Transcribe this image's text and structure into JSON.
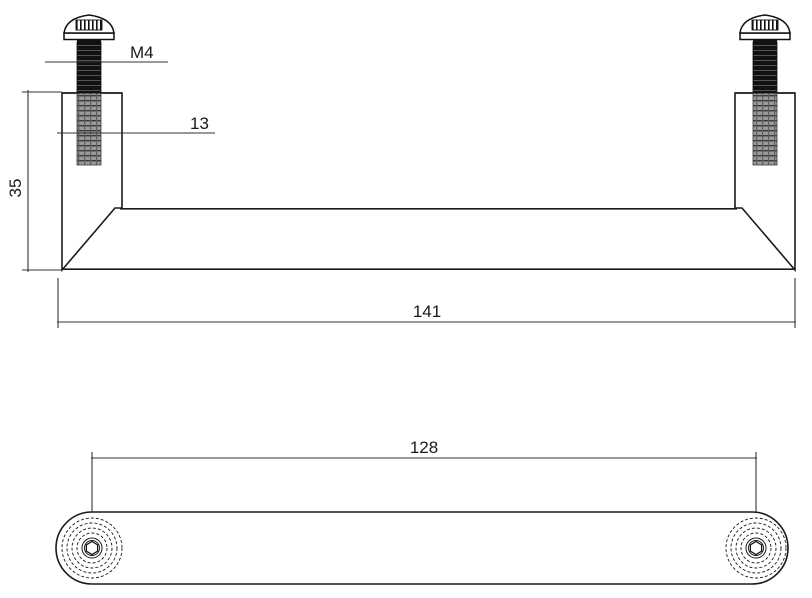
{
  "drawing": {
    "title": "Handle technical drawing",
    "units": "mm",
    "line_color": "#1a1a1a",
    "dim_color": "#333333",
    "thread_dark_color": "#111111",
    "thread_light_color": "#8a8a8a",
    "background": "#ffffff"
  },
  "dimensions": {
    "thread_spec": "M4",
    "screw_projection": "13",
    "handle_height": "35",
    "overall_length": "141",
    "center_to_center": "128"
  },
  "views": {
    "front": {
      "name": "front-elevation",
      "label_height": "35",
      "label_length": "141",
      "label_thread": "M4",
      "label_depth": "13"
    },
    "plan": {
      "name": "plan-view",
      "label_centers": "128"
    }
  },
  "components": {
    "screw_left": "button-head-screw-left",
    "screw_right": "button-head-screw-right",
    "handle_body": "handle-bar",
    "leg_left": "handle-leg-left",
    "leg_right": "handle-leg-right",
    "boss_left": "screw-boss-left",
    "boss_right": "screw-boss-right"
  }
}
